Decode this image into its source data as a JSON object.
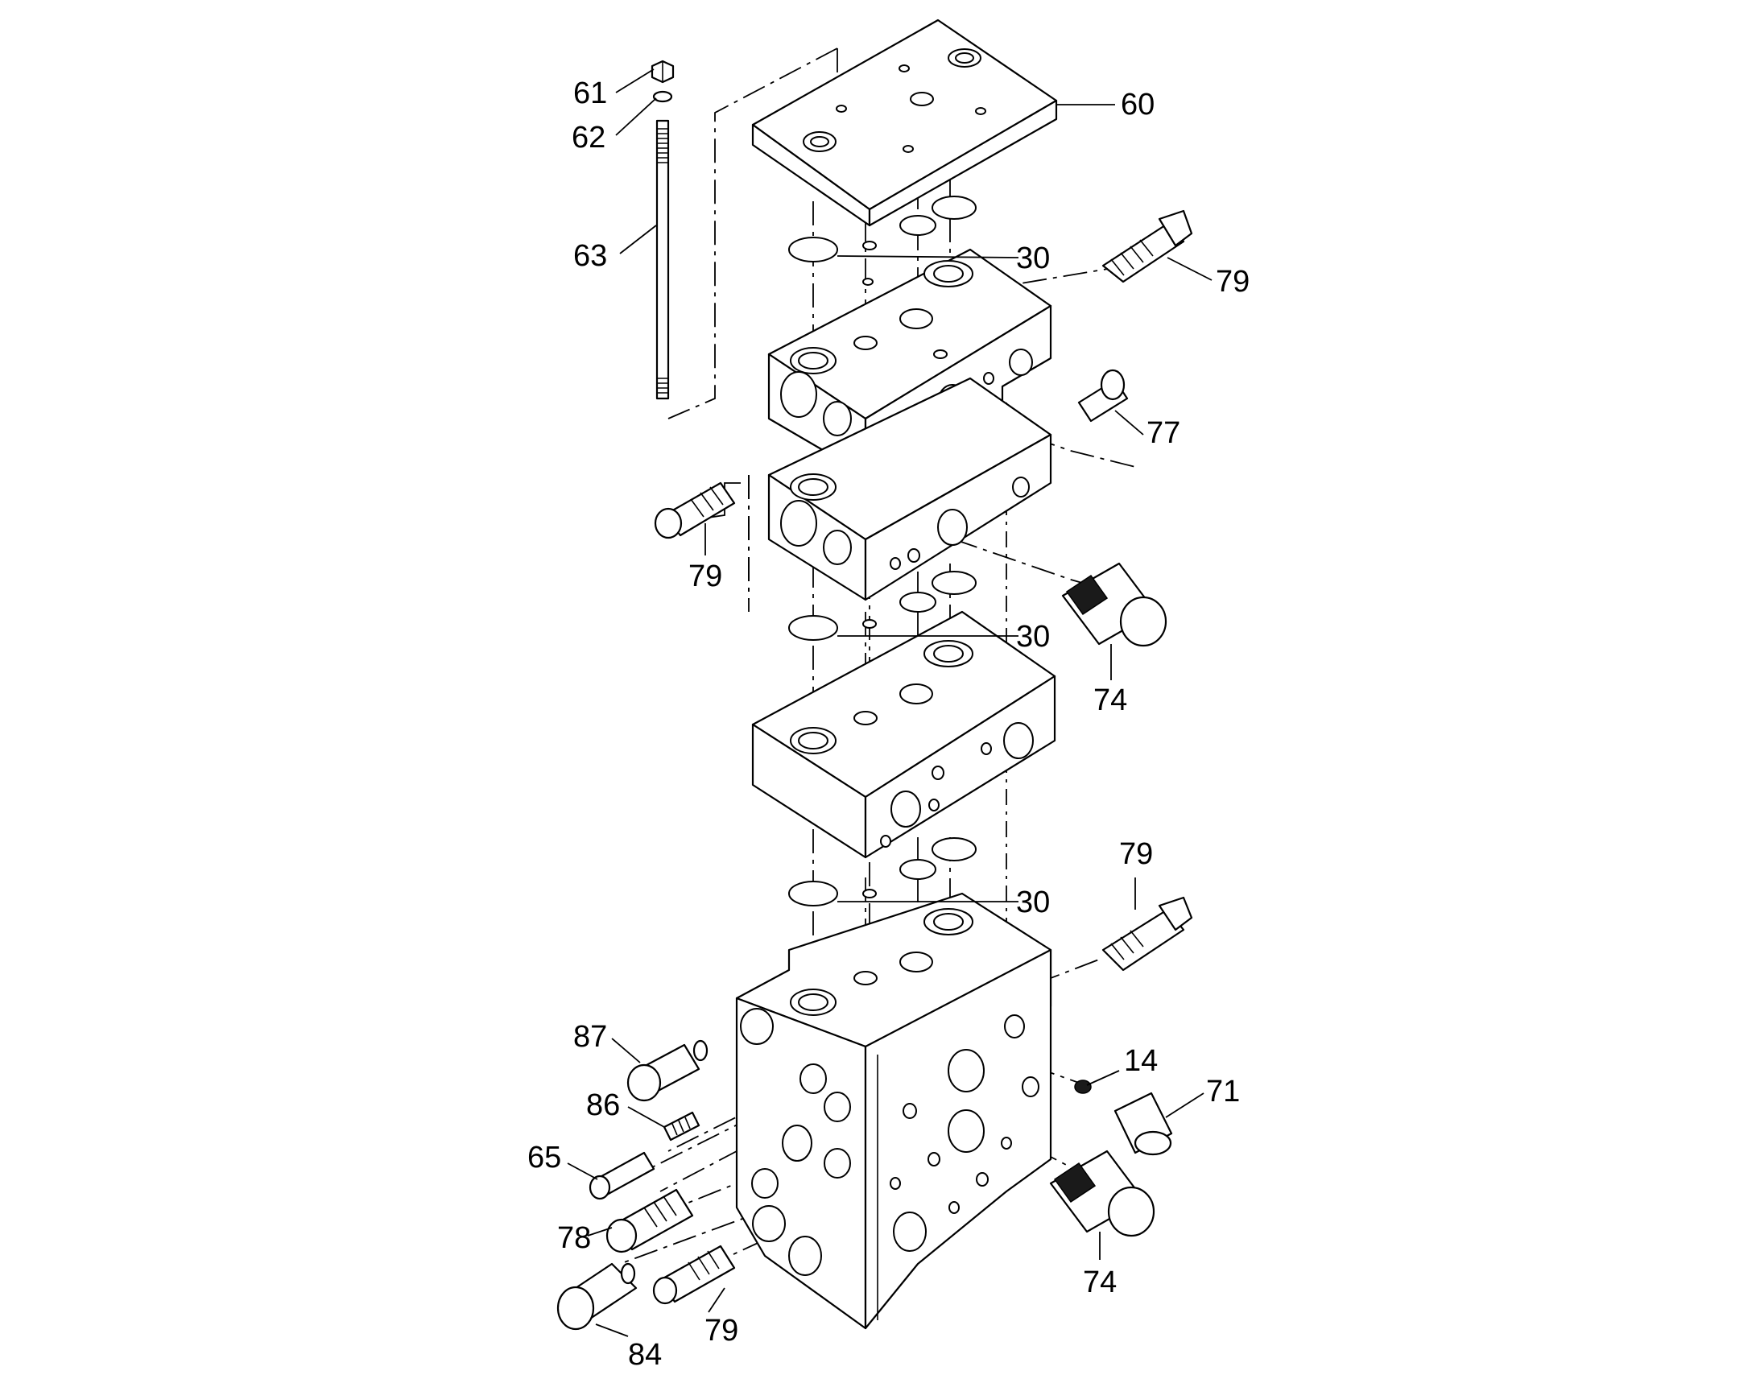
{
  "callouts": {
    "c60": "60",
    "c61": "61",
    "c62": "62",
    "c63": "63",
    "c30a": "30",
    "c79a": "79",
    "c77": "77",
    "c79b": "79",
    "c30b": "30",
    "c74a": "74",
    "c30c": "30",
    "c79c": "79",
    "c87": "87",
    "c14": "14",
    "c71": "71",
    "c86": "86",
    "c65": "65",
    "c78": "78",
    "c74b": "74",
    "c79d": "79",
    "c84": "84"
  }
}
